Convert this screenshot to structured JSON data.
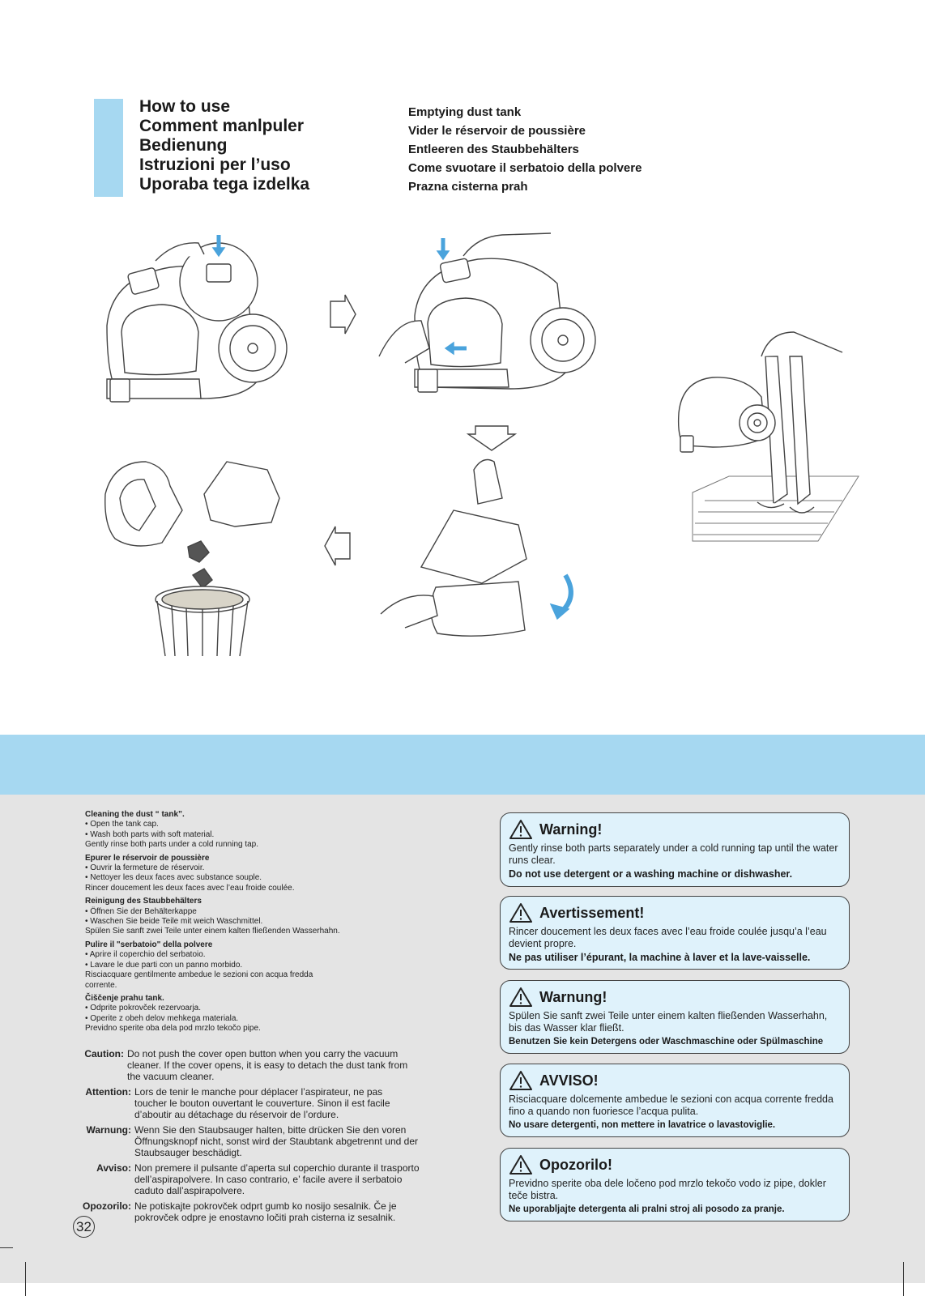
{
  "header": {
    "titles": [
      "How to use",
      "Comment manlpuler",
      "Bedienung",
      "Istruzioni per l’uso",
      "Uporaba tega izdelka"
    ],
    "subtitles": [
      "Emptying dust tank",
      "Vider le réservoir de poussière",
      "Entleeren des Staubbehälters",
      "Come svuotare il serbatoio della polvere",
      "Prazna cisterna prah"
    ]
  },
  "cleaning": [
    {
      "title": "Cleaning the dust “ tank”.",
      "lines": [
        "• Open the tank cap.",
        "• Wash both parts with soft material.",
        "Gently rinse both parts under a cold running tap."
      ]
    },
    {
      "title": "Epurer le réservoir de poussière",
      "lines": [
        "• Ouvrir la fermeture de réservoir.",
        "• Nettoyer les deux faces avec substance souple.",
        "Rincer doucement les deux faces avec l’eau froide coulée."
      ]
    },
    {
      "title": "Reinigung des Staubbehälters",
      "lines": [
        "• Öffnen Sie der Behälterkappe",
        "• Waschen Sie beide Teile mit weich Waschmittel.",
        "Spülen Sie sanft zwei Teile unter einem kalten fließenden Wasserhahn."
      ]
    },
    {
      "title": "Pulire il \"serbatoio\" della polvere",
      "lines": [
        "• Aprire il coperchio del serbatoio.",
        "• Lavare le due parti con un panno morbido.",
        "Risciacquare gentilmente ambedue le sezioni con acqua fredda",
        "corrente."
      ]
    },
    {
      "title": "Čiščenje prahu tank.",
      "lines": [
        "• Odprite pokrovček rezervoarja.",
        "• Operite z obeh delov mehkega materiala.",
        "Previdno sperite oba dela pod mrzlo tekočo pipe."
      ]
    }
  ],
  "cautions": [
    {
      "label": "Caution:",
      "text": "Do not push the cover open button when you carry the vacuum cleaner. If the cover opens, it is easy to detach the dust tank from the vacuum cleaner."
    },
    {
      "label": "Attention:",
      "text": "Lors de tenir le manche pour déplacer l’aspirateur, ne pas toucher le bouton ouvertant le couverture. Sinon il est facile d’aboutir au détachage du réservoir de l’ordure."
    },
    {
      "label": "Warnung:",
      "text": "Wenn Sie den Staubsauger halten, bitte drücken Sie den voren Öffnungsknopf nicht, sonst wird der Staubtank abgetrennt und der Staubsauger beschädigt."
    },
    {
      "label": "Avviso:",
      "text": "Non premere il pulsante d’aperta sul coperchio durante il trasporto dell’aspirapolvere. In caso contrario, e’ facile avere il serbatoio caduto dall’aspirapolvere."
    },
    {
      "label": "Opozorilo:",
      "text": "Ne potiskajte pokrovček odprt gumb ko nosijo sesalnik. Če je pokrovček odpre je enostavno ločiti prah cisterna iz sesalnik."
    }
  ],
  "page_number": "32",
  "warnings": [
    {
      "title": "Warning!",
      "text": "Gently rinse both parts separately under a cold running tap until the water runs clear.",
      "bold": "Do not use detergent or a washing machine or dishwasher."
    },
    {
      "title": "Avertissement!",
      "text": "Rincer doucement les deux faces avec l’eau  froide coulée jusqu’a l’eau devient propre.",
      "bold": "Ne pas utiliser l’épurant, la machine  à laver et la lave-vaisselle."
    },
    {
      "title": "Warnung!",
      "text": "Spülen Sie sanft zwei Teile unter einem kalten fließenden Wasserhahn, bis das Wasser klar fließt.",
      "bold": "Benutzen Sie kein Detergens oder Waschmaschine oder Spülmaschine"
    },
    {
      "title": "AVVISO!",
      "text": "Risciacquare dolcemente ambedue le sezioni con acqua corrente fredda fino a quando non fuoriesce l’acqua pulita.",
      "bold": "No usare detergenti, non mettere in lavatrice o lavastoviglie."
    },
    {
      "title": "Opozorilo!",
      "text": "Previdno sperite oba dele ločeno pod mrzlo tekočo vodo iz pipe, dokler teče bistra.",
      "bold": "Ne uporabljajte detergenta ali pralni stroj ali posodo za pranje."
    }
  ],
  "colors": {
    "accent": "#a6d8f1",
    "arrow": "#4aa3dc",
    "box": "#dff2fb",
    "grey": "#e4e4e4"
  }
}
